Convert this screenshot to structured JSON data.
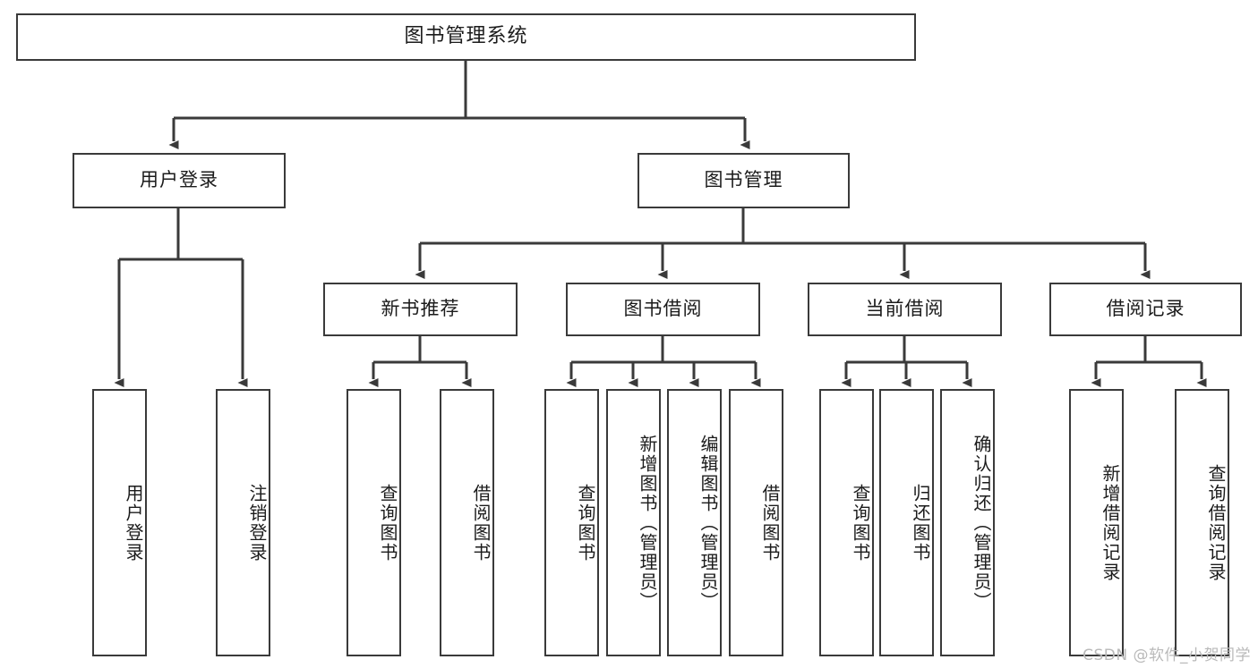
{
  "diagram": {
    "title": "图书管理系统",
    "type": "tree-hierarchy-chart",
    "watermark": "CSDN @软件_小贺同学",
    "colors": {
      "box_border": "#3a3a3a",
      "box_fill": "#ffffff",
      "edge": "#3a3a3a",
      "text": "#1b1b1b",
      "watermark": "#b9b9b9",
      "background": "#ffffff"
    },
    "root": {
      "label": "图书管理系统"
    },
    "level2": [
      {
        "label": "用户登录"
      },
      {
        "label": "图书管理"
      }
    ],
    "level3": [
      {
        "label": "新书推荐"
      },
      {
        "label": "图书借阅"
      },
      {
        "label": "当前借阅"
      },
      {
        "label": "借阅记录"
      }
    ],
    "leaves": {
      "user_login": [
        {
          "label": "用户登录"
        },
        {
          "label": "注销登录"
        }
      ],
      "new_book_recommend": [
        {
          "label": "查询图书"
        },
        {
          "label": "借阅图书"
        }
      ],
      "book_borrow": [
        {
          "label": "查询图书"
        },
        {
          "label": "新增图书（管理员）"
        },
        {
          "label": "编辑图书（管理员）"
        },
        {
          "label": "借阅图书"
        }
      ],
      "current_borrow": [
        {
          "label": "查询图书"
        },
        {
          "label": "归还图书"
        },
        {
          "label": "确认归还（管理员）"
        }
      ],
      "borrow_record": [
        {
          "label": "新增借阅记录"
        },
        {
          "label": "查询借阅记录"
        }
      ]
    }
  }
}
